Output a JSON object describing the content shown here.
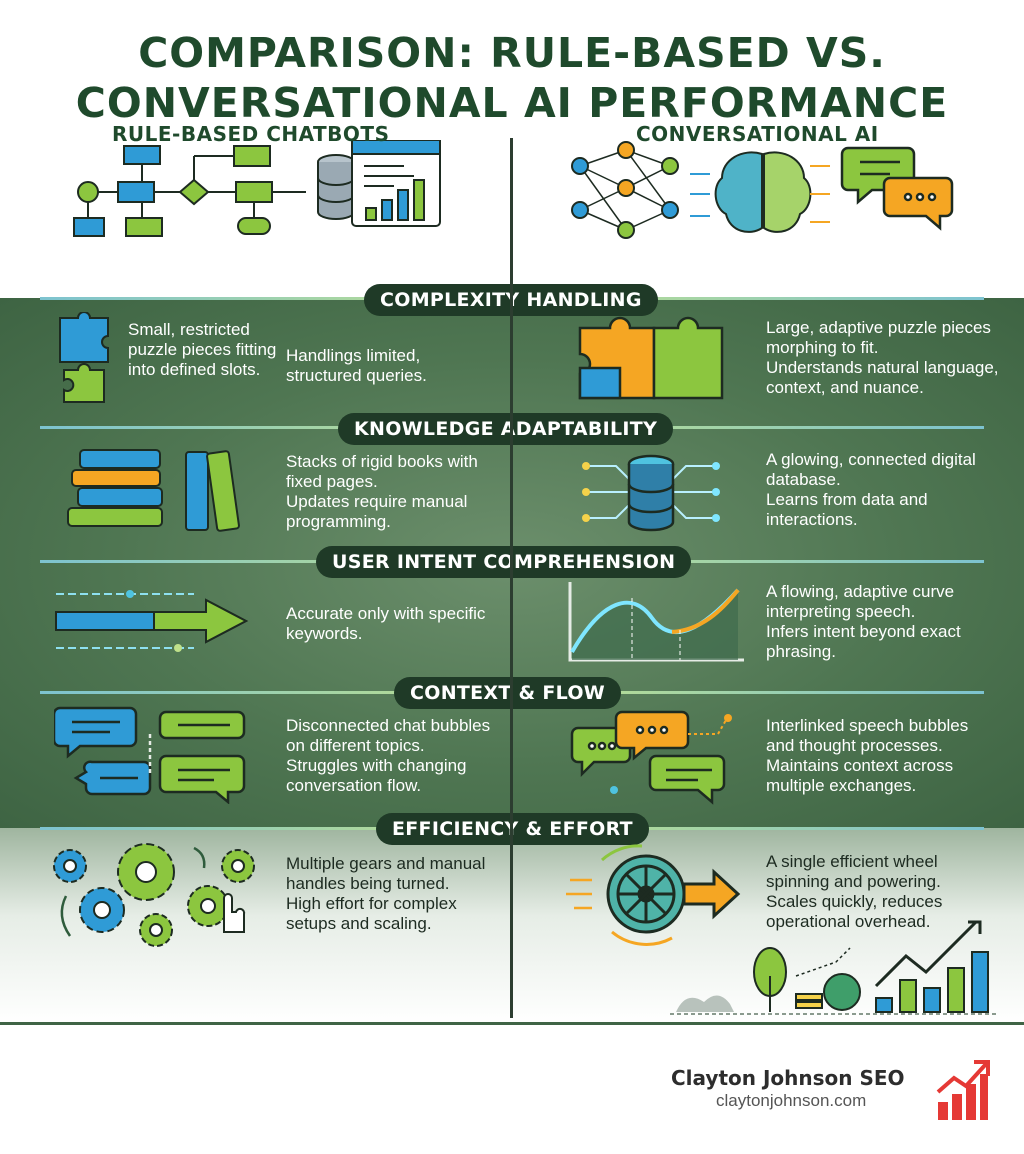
{
  "title": {
    "line1": "COMPARISON: RULE-BASED VS.",
    "line2": "CONVERSATIONAL AI PERFORMANCE"
  },
  "columns": {
    "left": "RULE-BASED CHATBOTS",
    "right": "CONVERSATIONAL AI"
  },
  "sections": {
    "complexity": {
      "label": "COMPLEXITY HANDLING",
      "left_desc": "Small, restricted puzzle pieces fitting into defined slots.",
      "left_note": "Handlings limited, structured queries.",
      "right_desc": "Large, adaptive puzzle pieces morphing to fit.",
      "right_note": "Understands natural language, context, and nuance."
    },
    "knowledge": {
      "label": "KNOWLEDGE ADAPTABILITY",
      "left_desc": "Stacks of rigid books with fixed pages.",
      "left_note": "Updates require manual programming.",
      "right_desc": "A glowing, connected digital database.",
      "right_note": "Learns from data and interactions."
    },
    "intent": {
      "label": "USER INTENT COMPREHENSION",
      "left_note": "Accurate only with specific keywords.",
      "right_desc": "A flowing, adaptive curve interpreting speech.",
      "right_note": "Infers intent beyond exact phrasing."
    },
    "context": {
      "label": "CONTEXT & FLOW",
      "left_desc": "Disconnected chat bubbles on different topics.",
      "left_note": "Struggles with changing conversation flow.",
      "right_desc": "Interlinked speech bubbles and thought processes.",
      "right_note": "Maintains context across multiple exchanges."
    },
    "efficiency": {
      "label": "EFFICIENCY & EFFORT",
      "left_desc": "Multiple gears and manual handles being turned.",
      "left_note": "High effort for complex setups and scaling.",
      "right_desc": "A single efficient wheel spinning and powering.",
      "right_note": "Scales quickly, reduces operational overhead."
    }
  },
  "brand": {
    "name": "Clayton Johnson SEO",
    "url": "claytonjohnson.com"
  },
  "colors": {
    "title": "#1f4a2c",
    "panel": "#4f7652",
    "pill": "#1f3a27",
    "accent_blue": "#2f9bd6",
    "accent_green": "#8cc63f",
    "accent_orange": "#f5a623",
    "logo_red": "#e53935"
  },
  "icons": [
    "flowchart-icon",
    "database-icon",
    "neural-network-icon",
    "brain-icon",
    "chat-bubbles-icon",
    "puzzle-icon",
    "books-icon",
    "glowing-database-icon",
    "arrow-icon",
    "curve-chart-icon",
    "gears-icon",
    "wheel-icon",
    "growth-chart-icon",
    "bar-chart-logo-icon"
  ]
}
